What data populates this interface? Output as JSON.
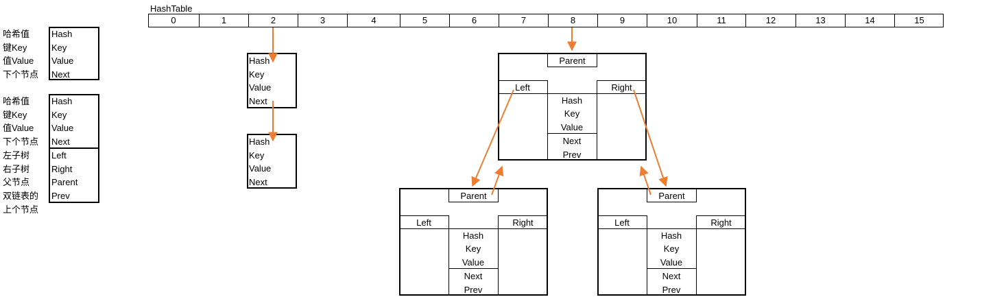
{
  "hashtable": {
    "title": "HashTable",
    "slots": [
      "0",
      "1",
      "2",
      "3",
      "4",
      "5",
      "6",
      "7",
      "8",
      "9",
      "10",
      "11",
      "12",
      "13",
      "14",
      "15"
    ]
  },
  "legend": {
    "list_node": {
      "labels_cn": [
        "哈希值",
        "键Key",
        "值Value",
        "下个节点"
      ],
      "fields": [
        "Hash",
        "Key",
        "Value",
        "Next"
      ]
    },
    "tree_node": {
      "labels_cn": [
        "哈希值",
        "键Key",
        "值Value",
        "下个节点",
        "左子树",
        "右子树",
        "父节点",
        "双链表的",
        "上个节点"
      ],
      "fields": [
        "Hash",
        "Key",
        "Value",
        "Next",
        "Left",
        "Right",
        "Parent",
        "Prev"
      ]
    }
  },
  "list_nodes": [
    {
      "fields": [
        "Hash",
        "Key",
        "Value",
        "Next"
      ]
    },
    {
      "fields": [
        "Hash",
        "Key",
        "Value",
        "Next"
      ]
    }
  ],
  "tree_nodes": [
    {
      "parent": "Parent",
      "left": "Left",
      "right": "Right",
      "center": [
        "Hash",
        "Key",
        "Value"
      ],
      "bottom": [
        "Next",
        "Prev"
      ]
    },
    {
      "parent": "Parent",
      "left": "Left",
      "right": "Right",
      "center": [
        "Hash",
        "Key",
        "Value"
      ],
      "bottom": [
        "Next",
        "Prev"
      ]
    },
    {
      "parent": "Parent",
      "left": "Left",
      "right": "Right",
      "center": [
        "Hash",
        "Key",
        "Value"
      ],
      "bottom": [
        "Next",
        "Prev"
      ]
    }
  ],
  "colors": {
    "arrow": "#ED7D31",
    "border": "#000000"
  }
}
